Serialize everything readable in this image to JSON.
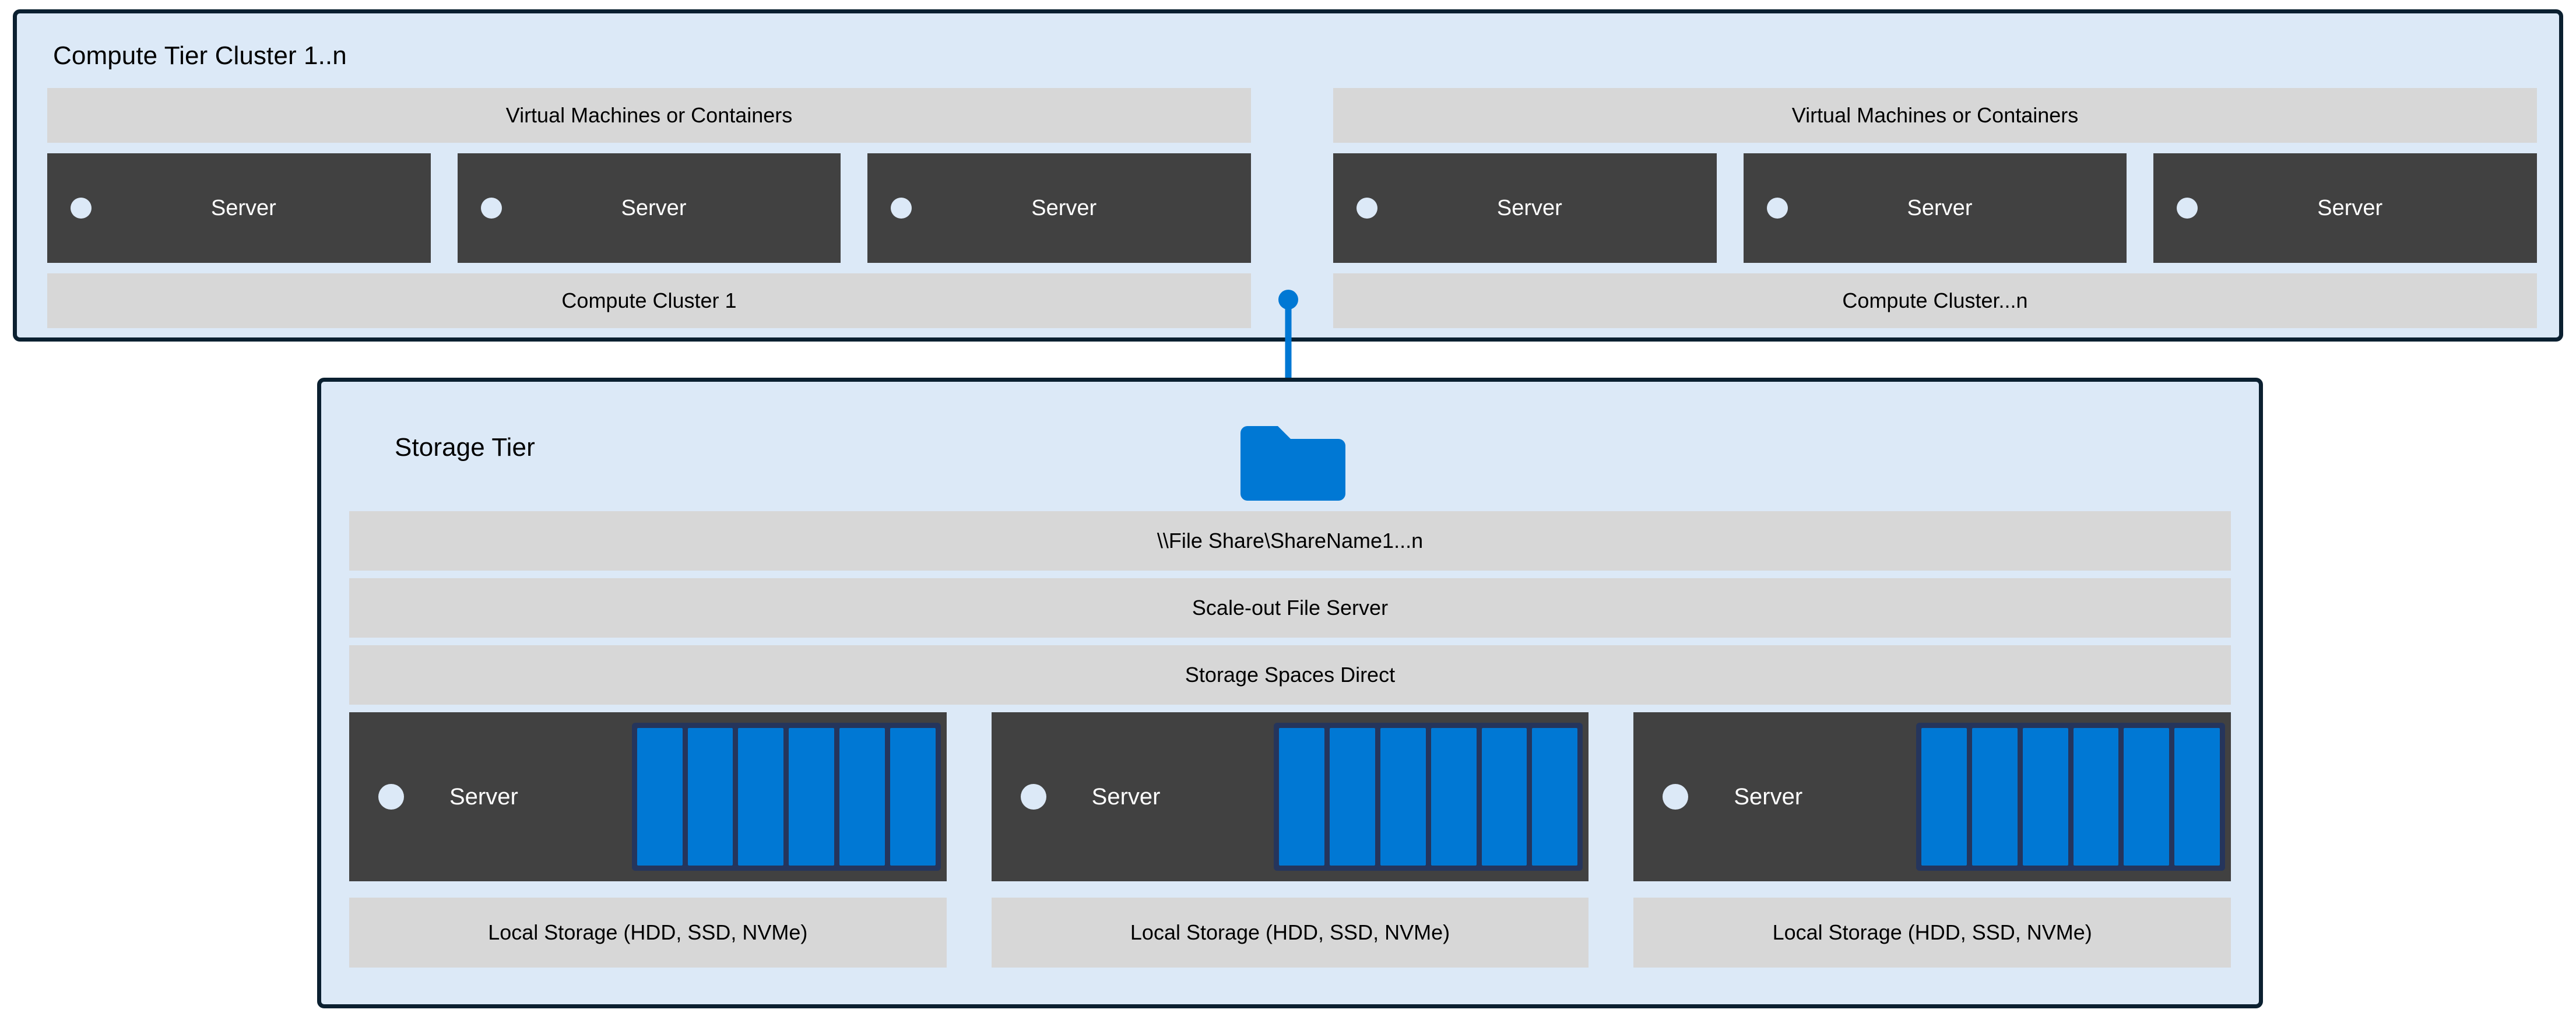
{
  "diagram": {
    "type": "architecture-diagram",
    "palette": {
      "tier_background": "#dce9f7",
      "tier_border": "#0b2030",
      "band_fill": "#d7d7d7",
      "server_fill": "#414141",
      "accent_blue": "#0078d4",
      "disk_frame": "#25355c",
      "led_fill": "#dce9f7",
      "text_dark": "#000000",
      "text_light": "#ffffff"
    }
  },
  "compute_tier": {
    "title": "Compute Tier Cluster 1..n",
    "clusters": [
      {
        "top_band": "Virtual Machines or Containers",
        "bottom_band": "Compute Cluster 1",
        "servers": [
          {
            "label": "Server",
            "led": "status-led"
          },
          {
            "label": "Server",
            "led": "status-led"
          },
          {
            "label": "Server",
            "led": "status-led"
          }
        ]
      },
      {
        "top_band": "Virtual Machines or Containers",
        "bottom_band": "Compute Cluster...n",
        "servers": [
          {
            "label": "Server",
            "led": "status-led"
          },
          {
            "label": "Server",
            "led": "status-led"
          },
          {
            "label": "Server",
            "led": "status-led"
          }
        ]
      }
    ]
  },
  "connector": {
    "icon": "link-connector",
    "color": "#0078d4",
    "from": "compute-tier",
    "to": "storage-tier"
  },
  "storage_tier": {
    "title": "Storage Tier",
    "folder_icon": "folder-icon",
    "stack": [
      "\\\\File Share\\ShareName1...n",
      "Scale-out File Server",
      "Storage Spaces Direct"
    ],
    "servers": [
      {
        "label": "Server",
        "led": "status-led",
        "disk_count": 6,
        "footer": "Local Storage (HDD, SSD, NVMe)"
      },
      {
        "label": "Server",
        "led": "status-led",
        "disk_count": 6,
        "footer": "Local Storage (HDD, SSD, NVMe)"
      },
      {
        "label": "Server",
        "led": "status-led",
        "disk_count": 6,
        "footer": "Local Storage (HDD, SSD, NVMe)"
      }
    ]
  }
}
